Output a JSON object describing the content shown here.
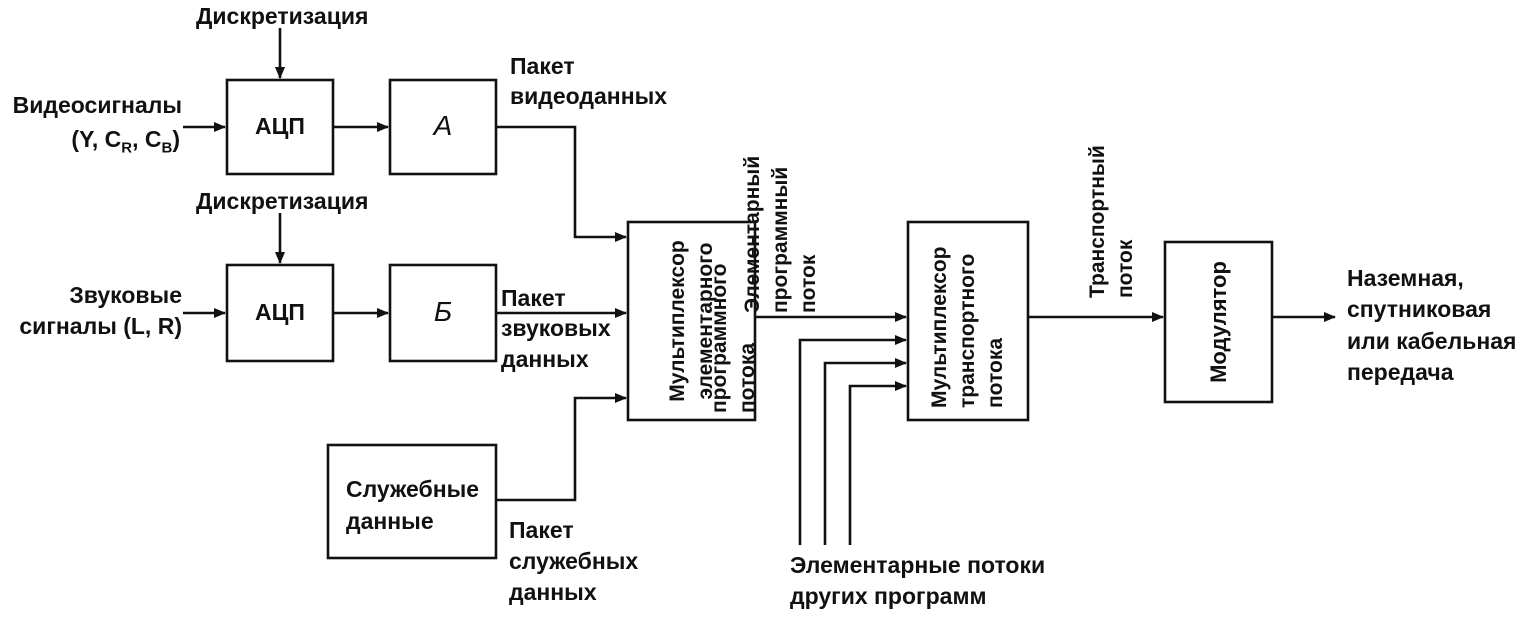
{
  "labels": {
    "sampling_top": "Дискретизация",
    "sampling_bottom": "Дискретизация",
    "video_signals": "Видеосигналы",
    "video_components_open": "(Y, C",
    "video_sub_r": "R",
    "video_components_mid": ", C",
    "video_sub_b": "B",
    "video_components_close": ")",
    "audio_signals_1": "Звуковые",
    "audio_signals_2": "сигналы (L, R)",
    "adc_video": "АЦП",
    "adc_audio": "АЦП",
    "block_a": "А",
    "block_b": "Б",
    "service_data_1": "Служебные",
    "service_data_2": "данные",
    "video_packet_1": "Пакет",
    "video_packet_2": "видеоданных",
    "audio_packet_1": "Пакет",
    "audio_packet_2": "звуковых",
    "audio_packet_3": "данных",
    "service_packet_1": "Пакет",
    "service_packet_2": "служебных",
    "service_packet_3": "данных",
    "es_mux_1": "Мультиплексор",
    "es_mux_2": "элементарного",
    "es_mux_3": "программного",
    "es_mux_4": "потока",
    "es_stream_1": "Элементарный",
    "es_stream_2": "программный",
    "es_stream_3": "поток",
    "ts_mux_1": "Мультиплексор",
    "ts_mux_2": "транспортного",
    "ts_mux_3": "потока",
    "ts_stream_1": "Транспортный",
    "ts_stream_2": "поток",
    "modulator": "Модулятор",
    "other_streams_1": "Элементарные потоки",
    "other_streams_2": "других программ",
    "output_1": "Наземная,",
    "output_2": "спутниковая",
    "output_3": "или кабельная",
    "output_4": "передача"
  }
}
